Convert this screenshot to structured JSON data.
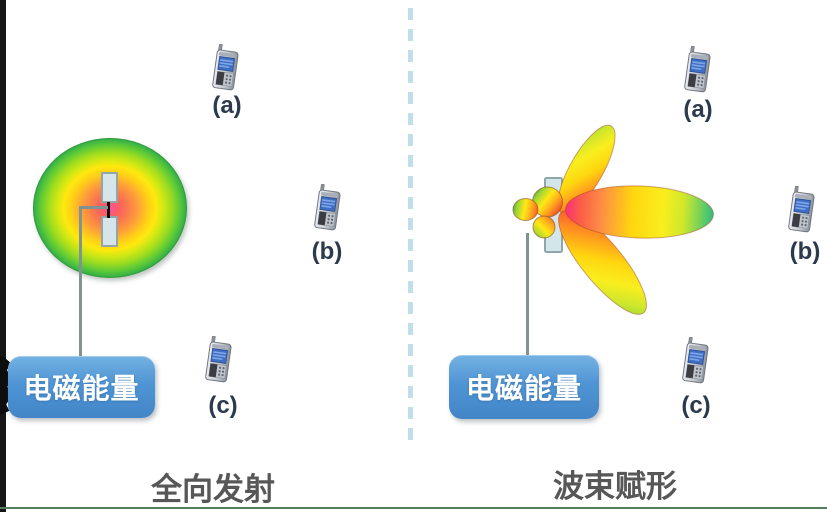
{
  "scene": {
    "left": {
      "caption": "全向发射",
      "energy_label": "电磁能量",
      "device_a": "(a)",
      "device_b": "(b)",
      "device_c": "(c)"
    },
    "right": {
      "caption": "波束赋形",
      "energy_label": "电磁能量",
      "device_a": "(a)",
      "device_b": "(b)",
      "device_c": "(c)"
    },
    "icons": {
      "phone": "mobile-phone-icon",
      "dipole": "dipole-antenna-icon",
      "panel": "antenna-panel-icon",
      "omni_pattern": "omnidirectional-radiation-pattern",
      "beam_pattern": "beamforming-lobes-pattern"
    },
    "colors": {
      "energy_box_blue": "#4f94d4",
      "divider_dash_blue": "#bfe0ea",
      "caption_gray": "#575757",
      "device_label_dark": "#2b3a4d",
      "callout_line_gray": "#7e9392",
      "radiation_center_pink": "#fd4fa0",
      "radiation_edge_green": "#33a53d",
      "lobe_tip_teal": "#2fbe82",
      "bottom_rule_green": "#567d5e"
    }
  }
}
